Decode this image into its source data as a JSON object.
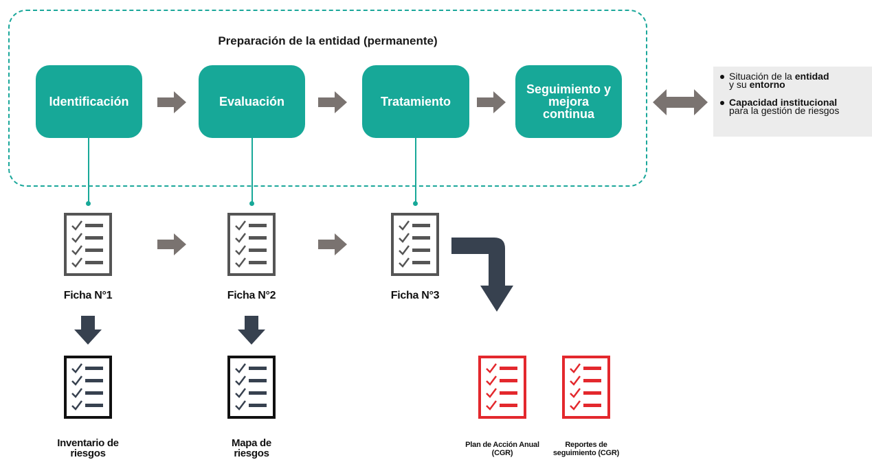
{
  "frame": {
    "title": "Preparación de la entidad (permanente)"
  },
  "stages": [
    "Identificación",
    "Evaluación",
    "Tratamiento",
    "Seguimiento y mejora continua"
  ],
  "context": {
    "item1_prefix": "Situación de la ",
    "item1_bold": "entidad",
    "item1_mid": "y su ",
    "item1_bold2": "entorno",
    "item2_bold": "Capacidad institucional",
    "item2_rest": "para la gestión de riesgos"
  },
  "fichas": [
    "Ficha N°1",
    "Ficha N°2",
    "Ficha N°3"
  ],
  "outputs": {
    "inventario": "Inventario de riesgos",
    "mapa": "Mapa de riesgos",
    "plan": "Plan de Acción Anual (CGR)",
    "reportes": "Reportes de seguimiento (CGR)"
  },
  "colors": {
    "teal": "#17a898",
    "gray_arrow": "#7a7370",
    "navy": "#37414f",
    "red": "#e3282d",
    "checklist_gray": "#555555"
  }
}
